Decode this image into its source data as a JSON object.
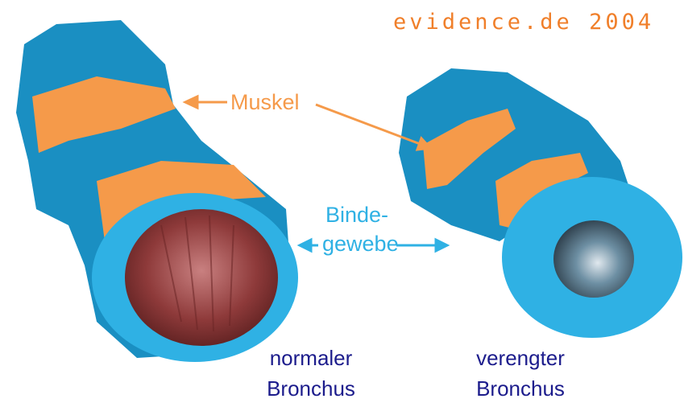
{
  "credit": "evidence.de 2004",
  "labels": {
    "muscle": "Muskel",
    "connective_tissue_line1": "Binde-",
    "connective_tissue_line2": "gewebe"
  },
  "captions": {
    "normal_line1": "normaler",
    "normal_line2": "Bronchus",
    "narrowed_line1": "verengter",
    "narrowed_line2": "Bronchus"
  },
  "colors": {
    "muscle_orange": "#f59a4a",
    "outer_blue": "#1a8fc2",
    "inner_blue": "#2fb1e4",
    "lumen_red": "#8e3a3a",
    "caption_navy": "#1c1c8c",
    "credit_orange": "#f07f2a"
  }
}
